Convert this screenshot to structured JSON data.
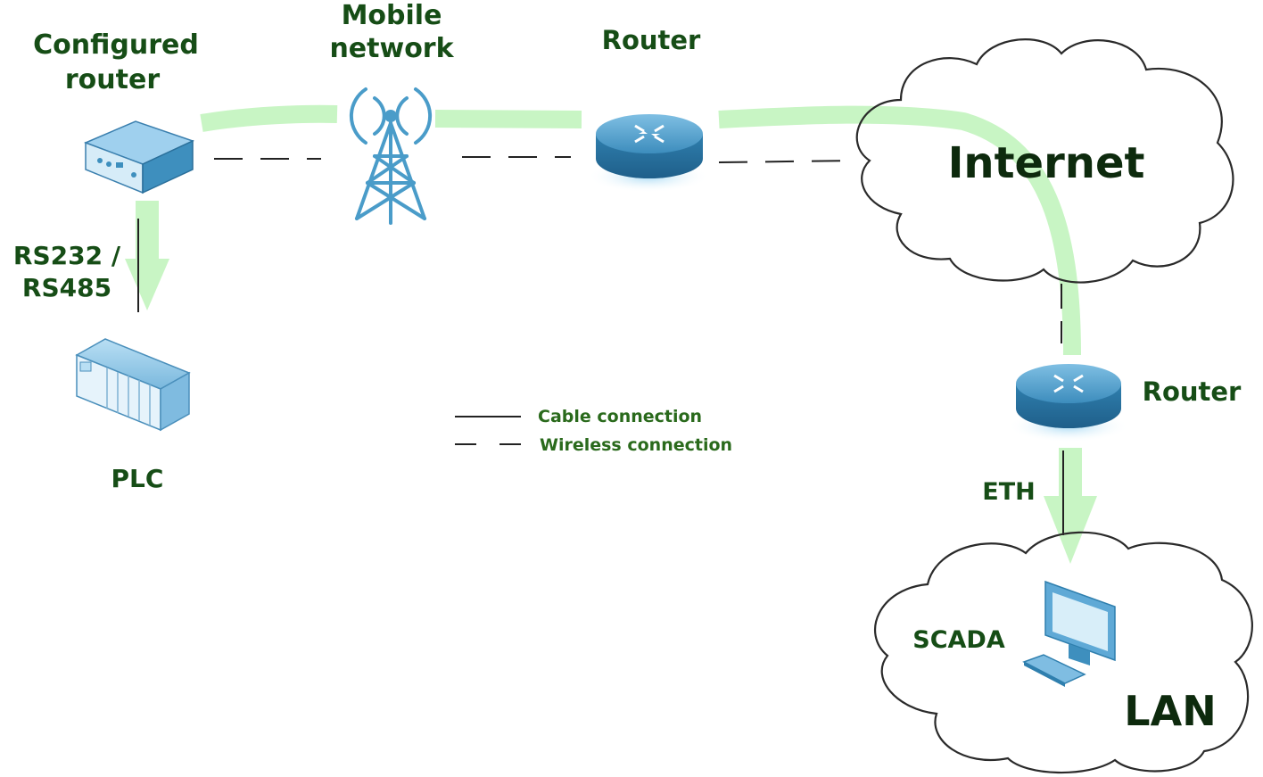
{
  "labels": {
    "configured_router_line1": "Configured",
    "configured_router_line2": "router",
    "mobile_network_line1": "Mobile",
    "mobile_network_line2": "network",
    "router_top": "Router",
    "router_right": "Router",
    "rs_line1": "RS232 /",
    "rs_line2": "RS485",
    "plc": "PLC",
    "internet": "Internet",
    "eth": "ETH",
    "scada": "SCADA",
    "lan": "LAN"
  },
  "legend": {
    "cable": "Cable connection",
    "wireless": "Wireless connection"
  },
  "icons": {
    "configured_router": "industrial-router-icon",
    "cell_tower": "cell-tower-icon",
    "router": "router-icon",
    "plc": "plc-icon",
    "computer": "computer-icon"
  },
  "colors": {
    "label_green": "#164d16",
    "flow_green": "#c8f5c4",
    "device_blue": "#3e8fbe",
    "cloud_outline": "#2a2a2a"
  }
}
